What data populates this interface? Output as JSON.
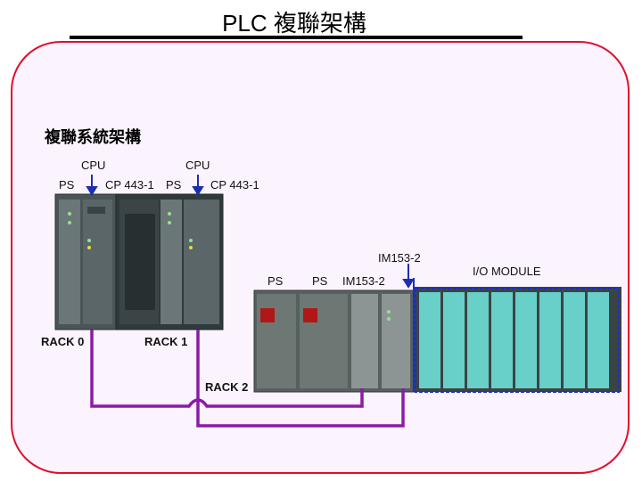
{
  "title": "PLC 複聯架構",
  "heading": "複聯系統架構",
  "labels": {
    "cpu_1": "CPU",
    "cpu_2": "CPU",
    "ps_1": "PS",
    "cp_1": "CP 443-1",
    "ps_2": "PS",
    "cp_2": "CP 443-1",
    "im153_top": "IM153-2",
    "ps_3": "PS",
    "ps_4": "PS",
    "im153_mid": "IM153-2",
    "io_module": "I/O MODULE",
    "rack_0": "RACK 0",
    "rack_1": "RACK 1",
    "rack_2": "RACK 2"
  },
  "colors": {
    "frame_border": "#e0102a",
    "frame_fill": "#fbf3fd",
    "cable": "#8c1aa6",
    "arrow": "#1c2fb0",
    "io_outline": "#1a2fc4"
  }
}
